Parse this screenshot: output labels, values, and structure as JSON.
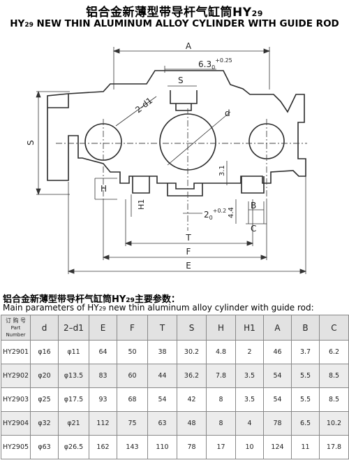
{
  "title": {
    "cn_main": "铝合金新薄型带导杆气缸筒HY",
    "cn_sub": "29",
    "en_prefix": "HY",
    "en_sub": "29",
    "en_rest": " NEW THIN ALUMINUM ALLOY CYLINDER WITH GUIDE ROD"
  },
  "drawing_labels": {
    "A": "A",
    "tol_main": "6.3",
    "tol_sub": "0",
    "tol_sup": "+0.25",
    "S_top": "S",
    "two_d1": "2-d1",
    "d": "d",
    "S_left": "S",
    "H": "H",
    "H1": "H1",
    "dim_31": "3.1",
    "dim_44": "4.4",
    "two_main": "2",
    "two_sub": "0",
    "two_sup": "+0.2",
    "B": "B",
    "C": "C",
    "T": "T",
    "F": "F",
    "E": "E"
  },
  "section": {
    "cn_prefix": "铝合金新薄型带导杆气缸筒HY",
    "cn_sub": "29",
    "cn_suffix": "主要参数：",
    "en_prefix": "Main parameters of HY",
    "en_sub": "29",
    "en_suffix": " new thin aluminum alloy cylinder with guide rod:"
  },
  "table": {
    "part_header_cn": "订 购 号",
    "part_header_en": "Part Number",
    "columns": [
      "d",
      "2–d1",
      "E",
      "F",
      "T",
      "S",
      "H",
      "H1",
      "A",
      "B",
      "C"
    ],
    "rows": [
      [
        "HY2901",
        "φ16",
        "φ11",
        "64",
        "50",
        "38",
        "30.2",
        "4.8",
        "2",
        "46",
        "3.7",
        "6.2"
      ],
      [
        "HY2902",
        "φ20",
        "φ13.5",
        "83",
        "60",
        "44",
        "36.2",
        "7.8",
        "3.5",
        "54",
        "5.5",
        "8.5"
      ],
      [
        "HY2903",
        "φ25",
        "φ17.5",
        "93",
        "68",
        "54",
        "42",
        "8",
        "3.5",
        "54",
        "5.5",
        "8.5"
      ],
      [
        "HY2904",
        "φ32",
        "φ21",
        "112",
        "75",
        "63",
        "48",
        "8",
        "4",
        "78",
        "6.5",
        "10.2"
      ],
      [
        "HY2905",
        "φ63",
        "φ26.5",
        "162",
        "143",
        "110",
        "78",
        "17",
        "10",
        "124",
        "11",
        "17.8"
      ]
    ]
  }
}
